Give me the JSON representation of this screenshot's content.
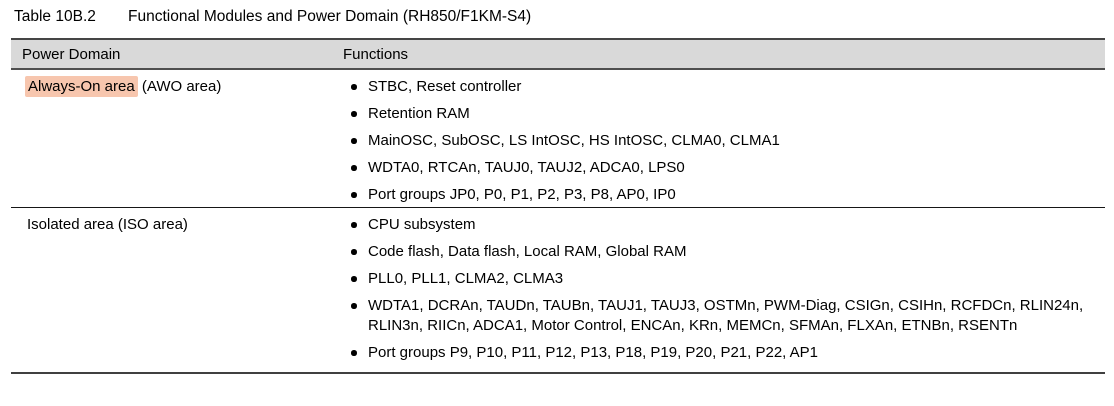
{
  "caption": {
    "number": "Table 10B.2",
    "title": "Functional Modules and Power Domain (RH850/F1KM-S4)"
  },
  "table": {
    "columns": [
      "Power Domain",
      "Functions"
    ],
    "rows": [
      {
        "domain_highlighted": "Always-On area",
        "domain_suffix": " (AWO area)",
        "functions": [
          "STBC, Reset controller",
          "Retention RAM",
          "MainOSC, SubOSC, LS IntOSC, HS IntOSC, CLMA0, CLMA1",
          "WDTA0, RTCAn, TAUJ0, TAUJ2, ADCA0, LPS0",
          "Port groups JP0, P0, P1, P2, P3, P8, AP0, IP0"
        ]
      },
      {
        "domain": "Isolated area (ISO area)",
        "functions": [
          "CPU subsystem",
          "Code flash, Data flash, Local RAM, Global RAM",
          "PLL0, PLL1, CLMA2, CLMA3",
          "WDTA1, DCRAn, TAUDn, TAUBn, TAUJ1, TAUJ3, OSTMn, PWM-Diag, CSIGn, CSIHn, RCFDCn, RLIN24n, RLIN3n, RIICn, ADCA1, Motor Control, ENCAn, KRn, MEMCn, SFMAn, FLXAn, ETNBn, RSENTn",
          "Port groups P9, P10, P11, P12, P13, P18, P19, P20, P21, P22, AP1"
        ]
      }
    ]
  },
  "colors": {
    "search_highlight": "#f7c6ae",
    "header_background": "#d9d9d9",
    "border": "#454545"
  }
}
